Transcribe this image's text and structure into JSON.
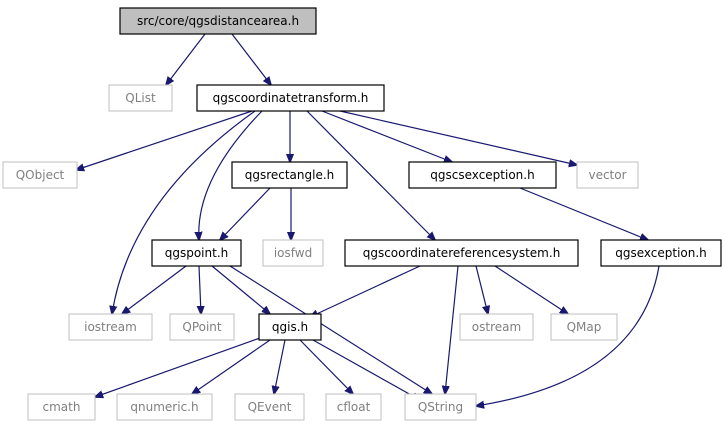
{
  "nodes": [
    {
      "id": "root",
      "label": "src/core/qgsdistancearea.h",
      "kind": "root"
    },
    {
      "id": "qlist",
      "label": "QList",
      "kind": "external"
    },
    {
      "id": "coordtransform",
      "label": "qgscoordinatetransform.h",
      "kind": "document"
    },
    {
      "id": "qobject",
      "label": "QObject",
      "kind": "external"
    },
    {
      "id": "rectangle",
      "label": "qgsrectangle.h",
      "kind": "document"
    },
    {
      "id": "csexception",
      "label": "qgscsexception.h",
      "kind": "document"
    },
    {
      "id": "vector",
      "label": "vector",
      "kind": "external"
    },
    {
      "id": "point",
      "label": "qgspoint.h",
      "kind": "document"
    },
    {
      "id": "iosfwd",
      "label": "iosfwd",
      "kind": "external"
    },
    {
      "id": "crs",
      "label": "qgscoordinatereferencesystem.h",
      "kind": "document"
    },
    {
      "id": "exception",
      "label": "qgsexception.h",
      "kind": "document"
    },
    {
      "id": "iostream",
      "label": "iostream",
      "kind": "external"
    },
    {
      "id": "qpoint",
      "label": "QPoint",
      "kind": "external"
    },
    {
      "id": "qgis",
      "label": "qgis.h",
      "kind": "document"
    },
    {
      "id": "ostream",
      "label": "ostream",
      "kind": "external"
    },
    {
      "id": "qmap",
      "label": "QMap",
      "kind": "external"
    },
    {
      "id": "cmath",
      "label": "cmath",
      "kind": "external"
    },
    {
      "id": "qnumeric",
      "label": "qnumeric.h",
      "kind": "external"
    },
    {
      "id": "qevent",
      "label": "QEvent",
      "kind": "external"
    },
    {
      "id": "cfloat",
      "label": "cfloat",
      "kind": "external"
    },
    {
      "id": "qstring",
      "label": "QString",
      "kind": "external"
    }
  ],
  "edges": [
    {
      "from": "root",
      "to": "qlist"
    },
    {
      "from": "root",
      "to": "coordtransform"
    },
    {
      "from": "coordtransform",
      "to": "qobject"
    },
    {
      "from": "coordtransform",
      "to": "iostream"
    },
    {
      "from": "coordtransform",
      "to": "point"
    },
    {
      "from": "coordtransform",
      "to": "rectangle"
    },
    {
      "from": "coordtransform",
      "to": "crs"
    },
    {
      "from": "coordtransform",
      "to": "csexception"
    },
    {
      "from": "coordtransform",
      "to": "vector"
    },
    {
      "from": "rectangle",
      "to": "point"
    },
    {
      "from": "rectangle",
      "to": "iosfwd"
    },
    {
      "from": "csexception",
      "to": "exception"
    },
    {
      "from": "point",
      "to": "iostream"
    },
    {
      "from": "point",
      "to": "qpoint"
    },
    {
      "from": "point",
      "to": "qgis"
    },
    {
      "from": "point",
      "to": "qstring"
    },
    {
      "from": "crs",
      "to": "qgis"
    },
    {
      "from": "crs",
      "to": "qstring"
    },
    {
      "from": "crs",
      "to": "ostream"
    },
    {
      "from": "crs",
      "to": "qmap"
    },
    {
      "from": "exception",
      "to": "qstring"
    },
    {
      "from": "qgis",
      "to": "cmath"
    },
    {
      "from": "qgis",
      "to": "qnumeric"
    },
    {
      "from": "qgis",
      "to": "qevent"
    },
    {
      "from": "qgis",
      "to": "cfloat"
    },
    {
      "from": "qgis",
      "to": "qstring"
    }
  ],
  "colors": {
    "edge": "#191970",
    "root_fill": "#bfbfbf",
    "external_border": "#bfbfbf",
    "external_text": "#808080",
    "document_border": "#000000"
  }
}
